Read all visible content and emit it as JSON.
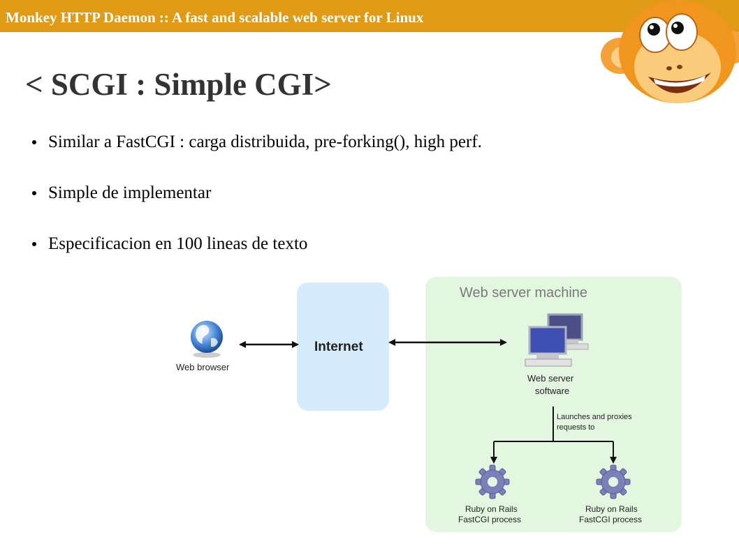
{
  "header": {
    "title": "Monkey HTTP Daemon :: A fast and scalable web server for Linux"
  },
  "slide": {
    "title": "< SCGI : Simple CGI>",
    "bullets": [
      "Similar a FastCGI : carga distribuida, pre-forking(), high perf.",
      "Simple de implementar",
      "Especificacion en 100 lineas de texto"
    ]
  },
  "diagram": {
    "browser_label": "Web browser",
    "internet_label": "Internet",
    "machine_label": "Web server machine",
    "server_label_line1": "Web server",
    "server_label_line2": "software",
    "arrow_label_line1": "Launches and proxies",
    "arrow_label_line2": "requests to",
    "process1_line1": "Ruby on Rails",
    "process1_line2": "FastCGI process",
    "process2_line1": "Ruby on Rails",
    "process2_line2": "FastCGI process"
  },
  "colors": {
    "header_bg": "#df9a16",
    "internet_box": "#d6ebfb",
    "machine_box": "#e2f6e0",
    "title_text": "#333333"
  },
  "icons": [
    "monkey-mascot-icon",
    "globe-icon",
    "computer-icon",
    "gear-icon"
  ]
}
